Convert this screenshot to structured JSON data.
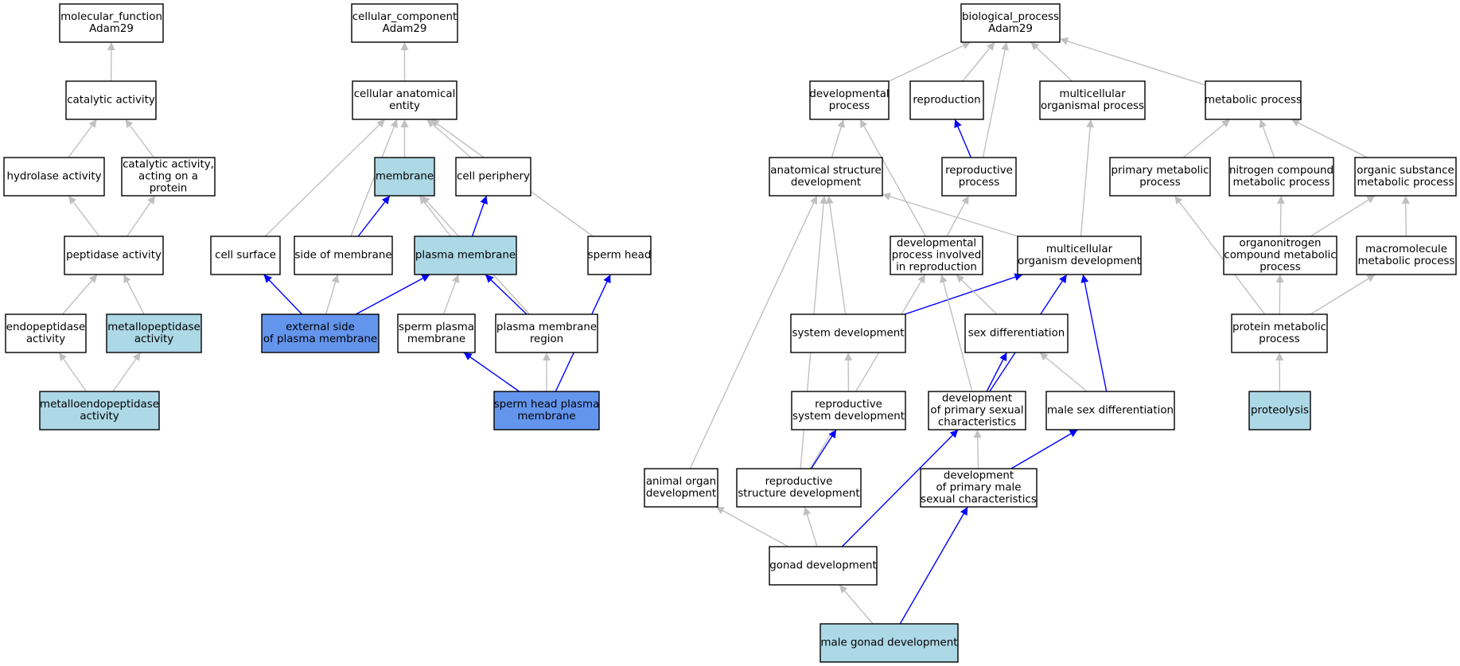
{
  "colors": {
    "default_fill": "#ffffff",
    "highlight_fill": "#add8e6",
    "strong_fill": "#6495ed",
    "gray_edge": "#c0c0c0",
    "blue_edge": "#0000ff",
    "border": "#000000"
  },
  "nodes": [
    {
      "id": "mf_root",
      "lines": [
        "molecular_function",
        "Adam29"
      ],
      "fill": "default"
    },
    {
      "id": "catalytic_activity",
      "lines": [
        "catalytic activity"
      ],
      "fill": "default"
    },
    {
      "id": "hydrolase_activity",
      "lines": [
        "hydrolase activity"
      ],
      "fill": "default"
    },
    {
      "id": "catalytic_activity_protein",
      "lines": [
        "catalytic activity,",
        "acting on a",
        "protein"
      ],
      "fill": "default"
    },
    {
      "id": "peptidase_activity",
      "lines": [
        "peptidase activity"
      ],
      "fill": "default"
    },
    {
      "id": "endopeptidase_activity",
      "lines": [
        "endopeptidase",
        "activity"
      ],
      "fill": "default"
    },
    {
      "id": "metallopeptidase_activity",
      "lines": [
        "metallopeptidase",
        "activity"
      ],
      "fill": "highlight"
    },
    {
      "id": "metalloendopeptidase_activity",
      "lines": [
        "metalloendopeptidase",
        "activity"
      ],
      "fill": "highlight"
    },
    {
      "id": "cc_root",
      "lines": [
        "cellular_component",
        "Adam29"
      ],
      "fill": "default"
    },
    {
      "id": "cellular_anatomical_entity",
      "lines": [
        "cellular anatomical",
        "entity"
      ],
      "fill": "default"
    },
    {
      "id": "membrane",
      "lines": [
        "membrane"
      ],
      "fill": "highlight"
    },
    {
      "id": "cell_periphery",
      "lines": [
        "cell periphery"
      ],
      "fill": "default"
    },
    {
      "id": "cell_surface",
      "lines": [
        "cell surface"
      ],
      "fill": "default"
    },
    {
      "id": "side_of_membrane",
      "lines": [
        "side of membrane"
      ],
      "fill": "default"
    },
    {
      "id": "plasma_membrane",
      "lines": [
        "plasma membrane"
      ],
      "fill": "highlight"
    },
    {
      "id": "sperm_head",
      "lines": [
        "sperm head"
      ],
      "fill": "default"
    },
    {
      "id": "external_side_pm",
      "lines": [
        "external side",
        "of plasma membrane"
      ],
      "fill": "strong"
    },
    {
      "id": "sperm_plasma_membrane",
      "lines": [
        "sperm plasma",
        "membrane"
      ],
      "fill": "default"
    },
    {
      "id": "plasma_membrane_region",
      "lines": [
        "plasma membrane",
        "region"
      ],
      "fill": "default"
    },
    {
      "id": "sperm_head_pm",
      "lines": [
        "sperm head plasma",
        "membrane"
      ],
      "fill": "strong"
    },
    {
      "id": "bp_root",
      "lines": [
        "biological_process",
        "Adam29"
      ],
      "fill": "default"
    },
    {
      "id": "developmental_process",
      "lines": [
        "developmental",
        "process"
      ],
      "fill": "default"
    },
    {
      "id": "reproduction",
      "lines": [
        "reproduction"
      ],
      "fill": "default"
    },
    {
      "id": "multicellular_organismal_process",
      "lines": [
        "multicellular",
        "organismal process"
      ],
      "fill": "default"
    },
    {
      "id": "metabolic_process",
      "lines": [
        "metabolic process"
      ],
      "fill": "default"
    },
    {
      "id": "anatomical_structure_development",
      "lines": [
        "anatomical structure",
        "development"
      ],
      "fill": "default"
    },
    {
      "id": "reproductive_process",
      "lines": [
        "reproductive",
        "process"
      ],
      "fill": "default"
    },
    {
      "id": "primary_metabolic_process",
      "lines": [
        "primary metabolic",
        "process"
      ],
      "fill": "default"
    },
    {
      "id": "nitrogen_compound_metabolic_process",
      "lines": [
        "nitrogen compound",
        "metabolic process"
      ],
      "fill": "default"
    },
    {
      "id": "organic_substance_metabolic_process",
      "lines": [
        "organic substance",
        "metabolic process"
      ],
      "fill": "default"
    },
    {
      "id": "dev_process_in_reproduction",
      "lines": [
        "developmental",
        "process involved",
        "in reproduction"
      ],
      "fill": "default"
    },
    {
      "id": "multicellular_organism_development",
      "lines": [
        "multicellular",
        "organism development"
      ],
      "fill": "default"
    },
    {
      "id": "organonitrogen_compound_metabolic_process",
      "lines": [
        "organonitrogen",
        "compound metabolic",
        "process"
      ],
      "fill": "default"
    },
    {
      "id": "macromolecule_metabolic_process",
      "lines": [
        "macromolecule",
        "metabolic process"
      ],
      "fill": "default"
    },
    {
      "id": "system_development",
      "lines": [
        "system development"
      ],
      "fill": "default"
    },
    {
      "id": "sex_differentiation",
      "lines": [
        "sex differentiation"
      ],
      "fill": "default"
    },
    {
      "id": "protein_metabolic_process",
      "lines": [
        "protein metabolic",
        "process"
      ],
      "fill": "default"
    },
    {
      "id": "reproductive_system_development",
      "lines": [
        "reproductive",
        "system development"
      ],
      "fill": "default"
    },
    {
      "id": "dev_primary_sexual_characteristics",
      "lines": [
        "development",
        "of primary sexual",
        "characteristics"
      ],
      "fill": "default"
    },
    {
      "id": "male_sex_differentiation",
      "lines": [
        "male sex differentiation"
      ],
      "fill": "default"
    },
    {
      "id": "proteolysis",
      "lines": [
        "proteolysis"
      ],
      "fill": "highlight"
    },
    {
      "id": "animal_organ_development",
      "lines": [
        "animal organ",
        "development"
      ],
      "fill": "default"
    },
    {
      "id": "reproductive_structure_development",
      "lines": [
        "reproductive",
        "structure development"
      ],
      "fill": "default"
    },
    {
      "id": "dev_primary_male_sexual_characteristics",
      "lines": [
        "development",
        "of primary male",
        "sexual characteristics"
      ],
      "fill": "default"
    },
    {
      "id": "gonad_development",
      "lines": [
        "gonad development"
      ],
      "fill": "default"
    },
    {
      "id": "male_gonad_development",
      "lines": [
        "male gonad development"
      ],
      "fill": "highlight"
    }
  ],
  "edges": [
    {
      "from": "catalytic_activity",
      "to": "mf_root",
      "color": "gray"
    },
    {
      "from": "hydrolase_activity",
      "to": "catalytic_activity",
      "color": "gray"
    },
    {
      "from": "catalytic_activity_protein",
      "to": "catalytic_activity",
      "color": "gray"
    },
    {
      "from": "peptidase_activity",
      "to": "hydrolase_activity",
      "color": "gray"
    },
    {
      "from": "peptidase_activity",
      "to": "catalytic_activity_protein",
      "color": "gray"
    },
    {
      "from": "endopeptidase_activity",
      "to": "peptidase_activity",
      "color": "gray"
    },
    {
      "from": "metallopeptidase_activity",
      "to": "peptidase_activity",
      "color": "gray"
    },
    {
      "from": "metalloendopeptidase_activity",
      "to": "endopeptidase_activity",
      "color": "gray"
    },
    {
      "from": "metalloendopeptidase_activity",
      "to": "metallopeptidase_activity",
      "color": "gray"
    },
    {
      "from": "cellular_anatomical_entity",
      "to": "cc_root",
      "color": "gray"
    },
    {
      "from": "membrane",
      "to": "cellular_anatomical_entity",
      "color": "gray"
    },
    {
      "from": "cell_periphery",
      "to": "cellular_anatomical_entity",
      "color": "gray"
    },
    {
      "from": "cell_surface",
      "to": "cellular_anatomical_entity",
      "color": "gray"
    },
    {
      "from": "side_of_membrane",
      "to": "cellular_anatomical_entity",
      "color": "gray"
    },
    {
      "from": "sperm_head",
      "to": "cellular_anatomical_entity",
      "color": "gray"
    },
    {
      "from": "side_of_membrane",
      "to": "membrane",
      "color": "blue"
    },
    {
      "from": "plasma_membrane",
      "to": "membrane",
      "color": "gray"
    },
    {
      "from": "plasma_membrane",
      "to": "cell_periphery",
      "color": "blue"
    },
    {
      "from": "plasma_membrane_region",
      "to": "membrane",
      "color": "gray"
    },
    {
      "from": "external_side_pm",
      "to": "cell_surface",
      "color": "blue"
    },
    {
      "from": "external_side_pm",
      "to": "side_of_membrane",
      "color": "gray"
    },
    {
      "from": "external_side_pm",
      "to": "plasma_membrane",
      "color": "blue"
    },
    {
      "from": "sperm_plasma_membrane",
      "to": "plasma_membrane",
      "color": "gray"
    },
    {
      "from": "plasma_membrane_region",
      "to": "plasma_membrane",
      "color": "blue"
    },
    {
      "from": "sperm_head_pm",
      "to": "sperm_plasma_membrane",
      "color": "blue"
    },
    {
      "from": "sperm_head_pm",
      "to": "plasma_membrane_region",
      "color": "gray"
    },
    {
      "from": "sperm_head_pm",
      "to": "sperm_head",
      "color": "blue"
    },
    {
      "from": "developmental_process",
      "to": "bp_root",
      "color": "gray"
    },
    {
      "from": "reproduction",
      "to": "bp_root",
      "color": "gray"
    },
    {
      "from": "multicellular_organismal_process",
      "to": "bp_root",
      "color": "gray"
    },
    {
      "from": "metabolic_process",
      "to": "bp_root",
      "color": "gray"
    },
    {
      "from": "reproductive_process",
      "to": "bp_root",
      "color": "gray"
    },
    {
      "from": "reproductive_process",
      "to": "reproduction",
      "color": "blue"
    },
    {
      "from": "anatomical_structure_development",
      "to": "developmental_process",
      "color": "gray"
    },
    {
      "from": "dev_process_in_reproduction",
      "to": "developmental_process",
      "color": "gray"
    },
    {
      "from": "dev_process_in_reproduction",
      "to": "reproductive_process",
      "color": "gray"
    },
    {
      "from": "multicellular_organism_development",
      "to": "anatomical_structure_development",
      "color": "gray"
    },
    {
      "from": "multicellular_organism_development",
      "to": "multicellular_organismal_process",
      "color": "gray"
    },
    {
      "from": "primary_metabolic_process",
      "to": "metabolic_process",
      "color": "gray"
    },
    {
      "from": "nitrogen_compound_metabolic_process",
      "to": "metabolic_process",
      "color": "gray"
    },
    {
      "from": "organic_substance_metabolic_process",
      "to": "metabolic_process",
      "color": "gray"
    },
    {
      "from": "organonitrogen_compound_metabolic_process",
      "to": "nitrogen_compound_metabolic_process",
      "color": "gray"
    },
    {
      "from": "organonitrogen_compound_metabolic_process",
      "to": "organic_substance_metabolic_process",
      "color": "gray"
    },
    {
      "from": "macromolecule_metabolic_process",
      "to": "organic_substance_metabolic_process",
      "color": "gray"
    },
    {
      "from": "protein_metabolic_process",
      "to": "primary_metabolic_process",
      "color": "gray"
    },
    {
      "from": "protein_metabolic_process",
      "to": "organonitrogen_compound_metabolic_process",
      "color": "gray"
    },
    {
      "from": "protein_metabolic_process",
      "to": "macromolecule_metabolic_process",
      "color": "gray"
    },
    {
      "from": "proteolysis",
      "to": "protein_metabolic_process",
      "color": "gray"
    },
    {
      "from": "system_development",
      "to": "anatomical_structure_development",
      "color": "gray"
    },
    {
      "from": "system_development",
      "to": "multicellular_organism_development",
      "color": "blue"
    },
    {
      "from": "sex_differentiation",
      "to": "dev_process_in_reproduction",
      "color": "gray"
    },
    {
      "from": "reproductive_system_development",
      "to": "system_development",
      "color": "gray"
    },
    {
      "from": "dev_primary_sexual_characteristics",
      "to": "dev_process_in_reproduction",
      "color": "gray"
    },
    {
      "from": "dev_primary_sexual_characteristics",
      "to": "sex_differentiation",
      "color": "blue"
    },
    {
      "from": "dev_primary_sexual_characteristics",
      "to": "multicellular_organism_development",
      "color": "blue"
    },
    {
      "from": "male_sex_differentiation",
      "to": "sex_differentiation",
      "color": "gray"
    },
    {
      "from": "male_sex_differentiation",
      "to": "multicellular_organism_development",
      "color": "blue"
    },
    {
      "from": "animal_organ_development",
      "to": "anatomical_structure_development",
      "color": "gray"
    },
    {
      "from": "reproductive_structure_development",
      "to": "anatomical_structure_development",
      "color": "gray"
    },
    {
      "from": "reproductive_structure_development",
      "to": "dev_process_in_reproduction",
      "color": "gray"
    },
    {
      "from": "reproductive_structure_development",
      "to": "reproductive_system_development",
      "color": "blue"
    },
    {
      "from": "dev_primary_male_sexual_characteristics",
      "to": "dev_primary_sexual_characteristics",
      "color": "gray"
    },
    {
      "from": "dev_primary_male_sexual_characteristics",
      "to": "male_sex_differentiation",
      "color": "blue"
    },
    {
      "from": "gonad_development",
      "to": "animal_organ_development",
      "color": "gray"
    },
    {
      "from": "gonad_development",
      "to": "reproductive_structure_development",
      "color": "gray"
    },
    {
      "from": "gonad_development",
      "to": "dev_primary_sexual_characteristics",
      "color": "blue"
    },
    {
      "from": "male_gonad_development",
      "to": "gonad_development",
      "color": "gray"
    },
    {
      "from": "male_gonad_development",
      "to": "dev_primary_male_sexual_characteristics",
      "color": "blue"
    }
  ]
}
